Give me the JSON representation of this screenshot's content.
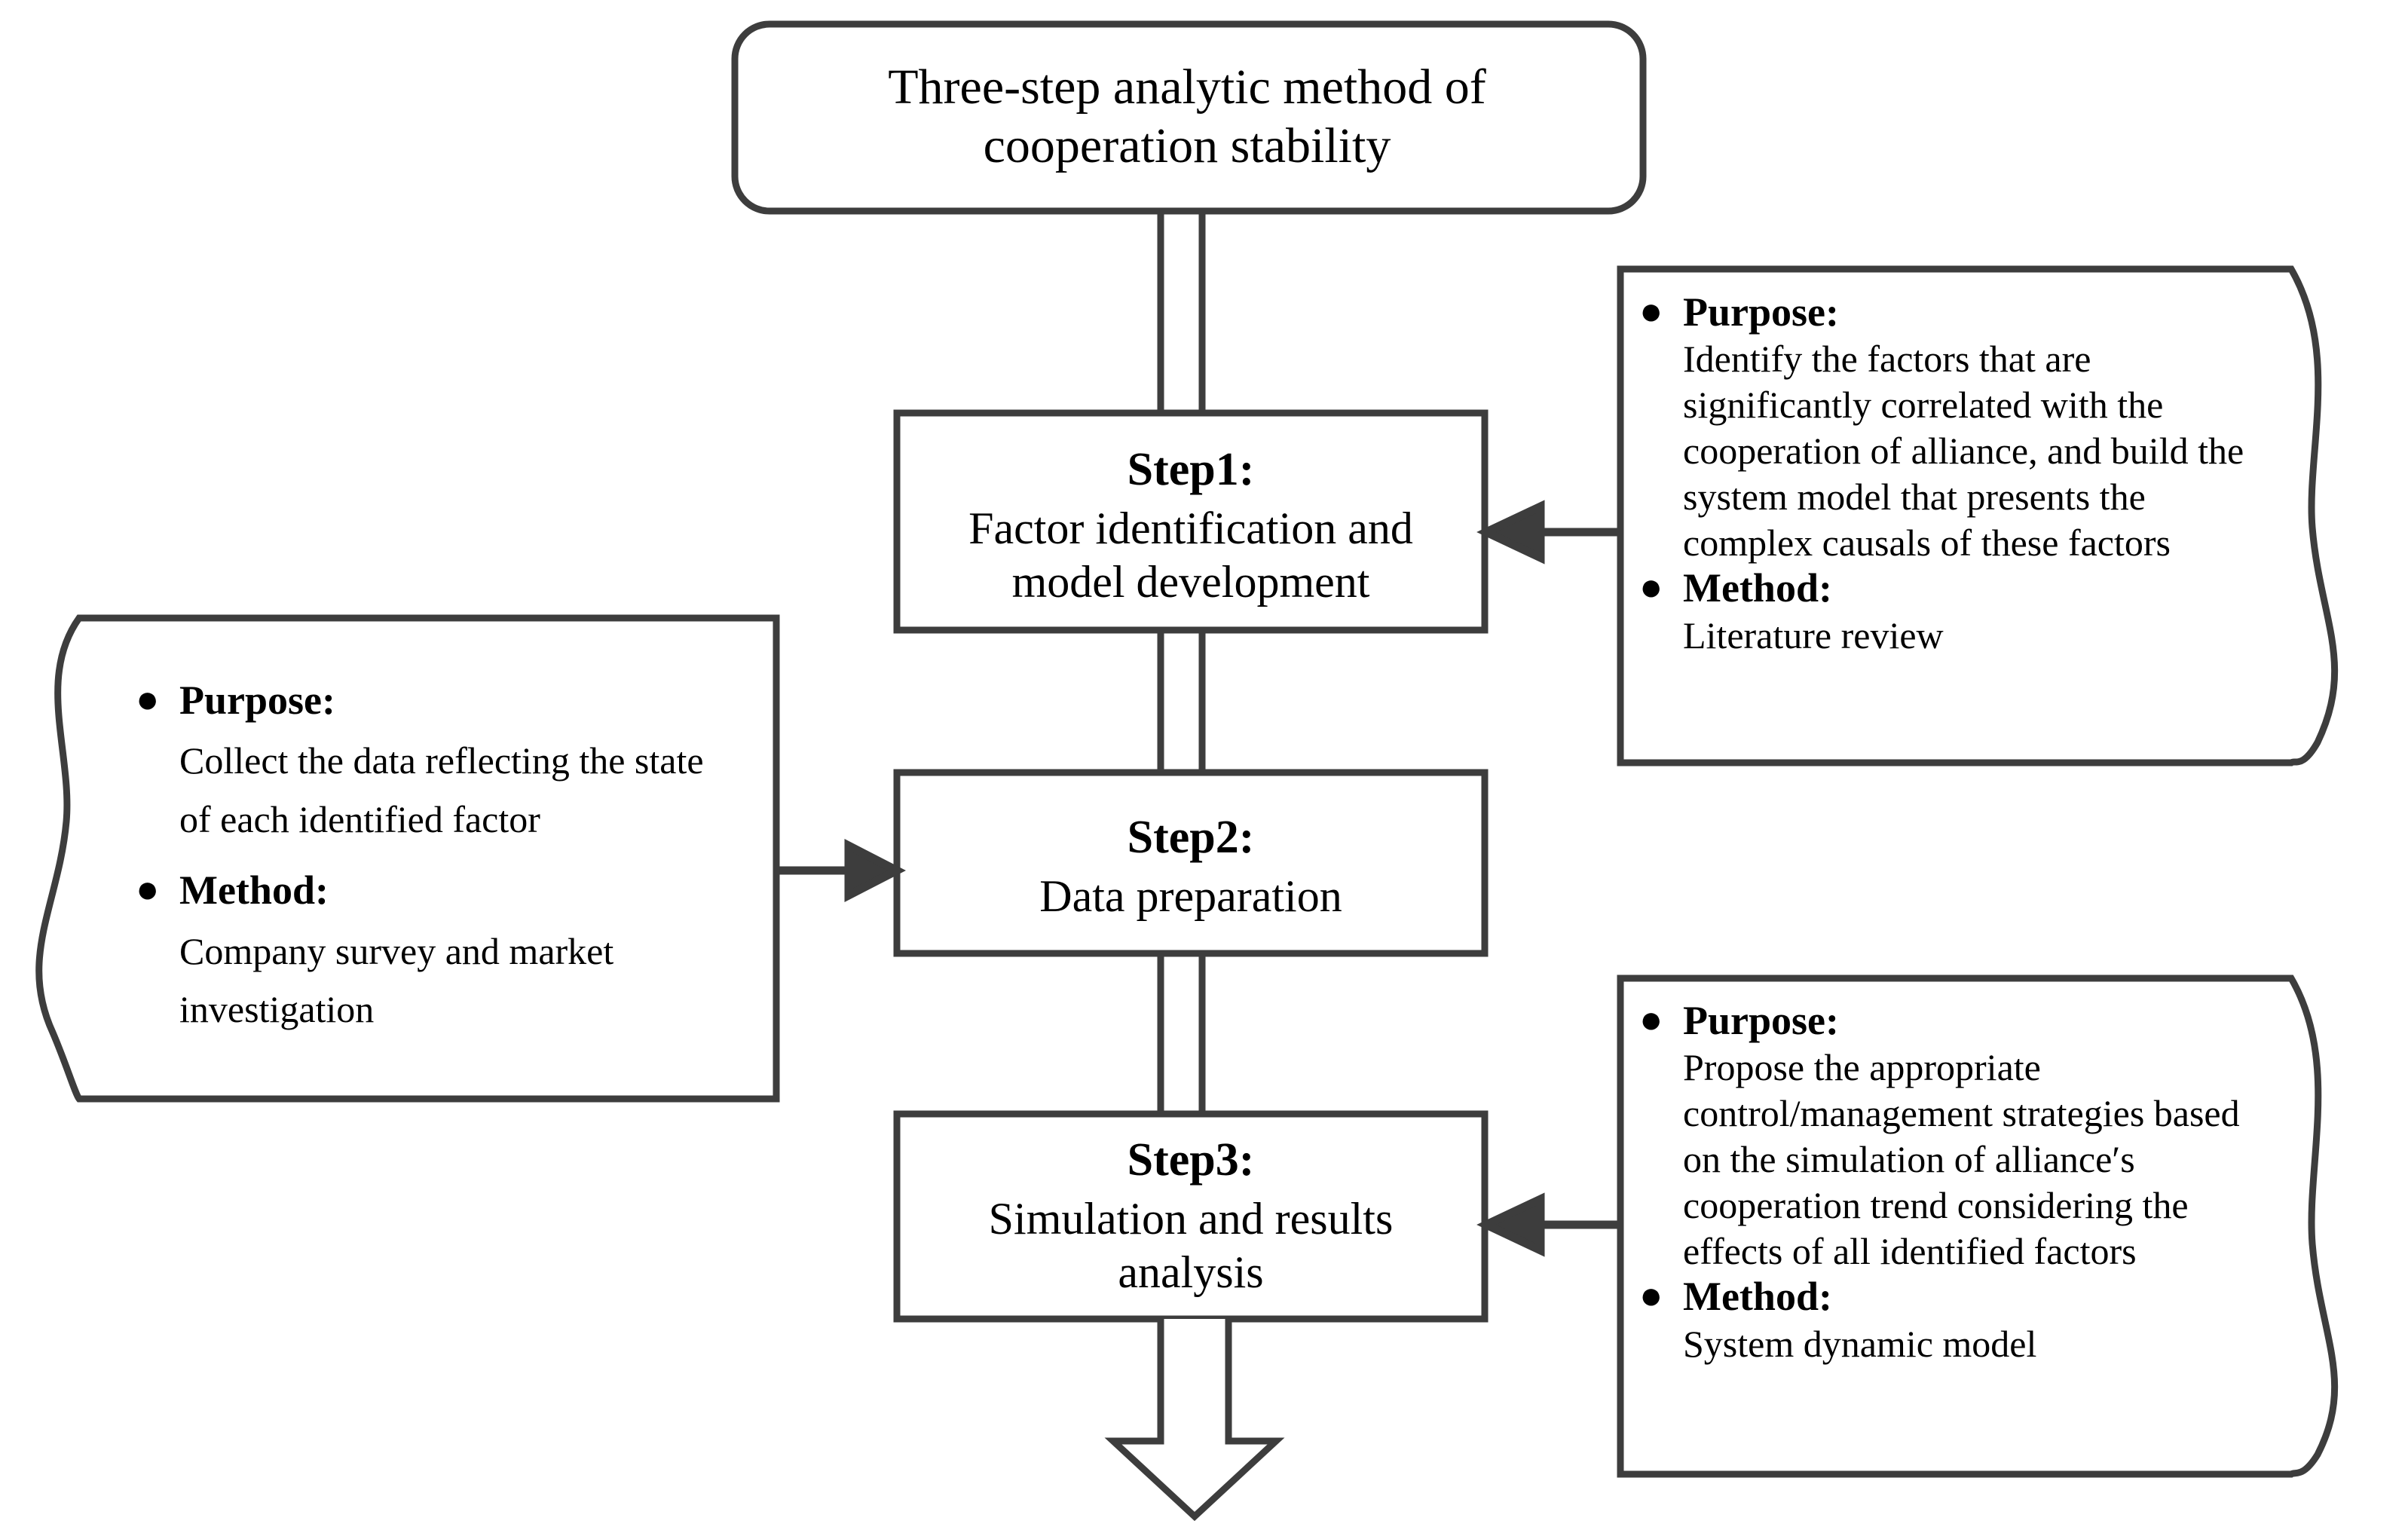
{
  "diagram": {
    "title_box": {
      "line1": "Three-step analytic method of",
      "line2": "cooperation stability"
    },
    "steps": [
      {
        "heading": "Step1:",
        "line1": "Factor identification and",
        "line2": "model development"
      },
      {
        "heading": "Step2:",
        "line1": "Data preparation",
        "line2": ""
      },
      {
        "heading": "Step3:",
        "line1": "Simulation and results",
        "line2": "analysis"
      }
    ],
    "callouts": {
      "step1": {
        "purpose_label": "Purpose:",
        "purpose_text": "Identify the factors that are significantly correlated with the cooperation of alliance, and build the system model that presents the complex causals of these factors",
        "method_label": "Method:",
        "method_text": "Literature review"
      },
      "step2": {
        "purpose_label": "Purpose:",
        "purpose_text": "Collect the data reflecting the state of each identified factor",
        "method_label": "Method:",
        "method_text": "Company survey and market investigation"
      },
      "step3": {
        "purpose_label": "Purpose:",
        "purpose_text": "Propose the appropriate control/management strategies based on the simulation of alliance′s cooperation trend considering the effects of all identified factors",
        "method_label": "Method:",
        "method_text": "System dynamic model"
      }
    },
    "bullet_glyph": "●",
    "colors": {
      "stroke": "#3d3d3d",
      "fill": "#ffffff",
      "text": "#000000"
    }
  }
}
